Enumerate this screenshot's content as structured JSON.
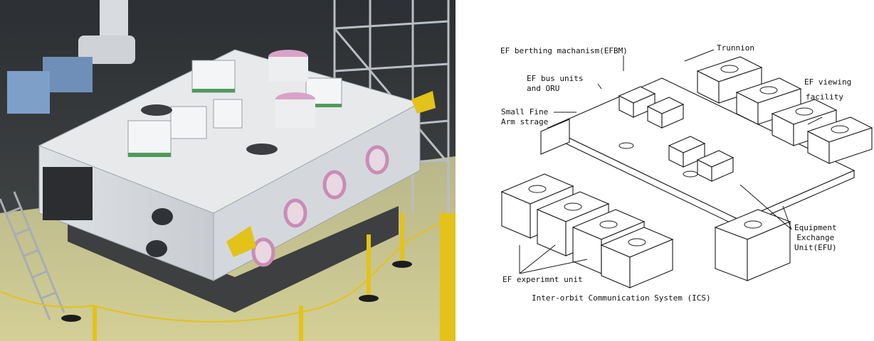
{
  "photo": {
    "alt": "Japanese Experiment Module Exposed Facility in integration hall"
  },
  "diagram": {
    "labels": {
      "efbm": "EF berthing machanism(EFBM)",
      "trunnion": "Trunnion",
      "bus_units_1": "EF bus units",
      "bus_units_2": "and ORU",
      "sfa_1": "Small Fine",
      "sfa_2": "Arm strage",
      "viewing_1": "EF viewing",
      "viewing_2": "facility",
      "efu_1": "Equipment",
      "efu_2": "Exchange",
      "efu_3": "Unit(EFU)",
      "experiment_unit": "EF experimnt unit",
      "ics": "Inter-orbit Communication System (ICS)"
    }
  },
  "colors": {
    "floor": "#c9c48a",
    "hall_dark": "#3a3c3e",
    "module_white": "#eceef0",
    "ring_pink": "#d9a3c8",
    "accent_yellow": "#e3c21a",
    "line_ink": "#1a1a1a"
  }
}
